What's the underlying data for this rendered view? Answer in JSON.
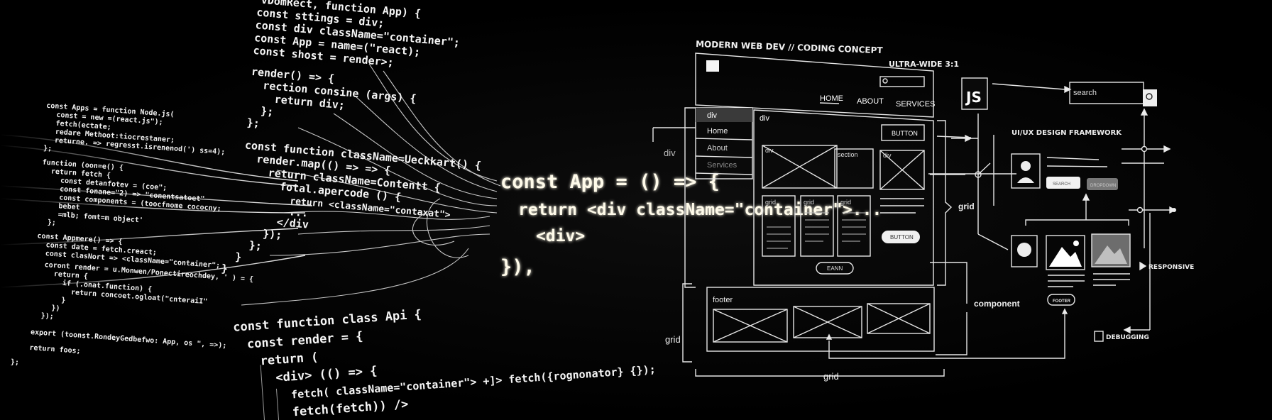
{
  "code_center": {
    "lines": [
      "const App = () => {",
      "return <div className=\"container\">...",
      "<div>",
      "}),"
    ]
  },
  "code_top": {
    "lines": [
      "vDomRect, function App) {",
      "const sttings = div;",
      "const div className=\"container\";",
      "const App = name=(\"react);",
      "const shost = render>;",
      "render() => {",
      "rection consine (args) {",
      "return div;",
      "};",
      "};",
      "const function className=Ueckkart() {",
      "render.map(() => => {",
      "return className=Contentt {",
      "fotal.apercode () {",
      "return <className=\"contaxat\">",
      "...",
      "</div",
      "});",
      "};",
      "}",
      "}"
    ]
  },
  "code_bottom": {
    "lines": [
      "const function class Api {",
      "const render = {",
      "return (",
      "<div> (() => {",
      "fetch( className=\"container\"> +]> fetch({rognonator} {});",
      "fetch(fetch)) />"
    ]
  },
  "code_left": {
    "lines": [
      "const Apps = function Node.js(",
      "const = new =(react.js\");",
      "fetch(ectate;",
      "redare Methoot:tiocrestaner;",
      "returne. => regresst.isrenenod(') ss=4);",
      "};",
      "function (oon=e() {",
      "return fetch {",
      "const detanfotev = (coe\";",
      "const fonane=\"2) => \"conentsatoet\"",
      "const components = (toocfnome cococny;",
      "bebet",
      "=mlb; fomt=m object'",
      "};",
      "const Appmere() => {",
      "const date = fetch.creact;",
      "const clasNort => <className=\"container\";",
      "coront render = u.Monwen/Ponectireochdey, ' ) = {",
      "return {",
      "if (.onat.function) {",
      "return concoet.ogloat(\"cnteraiI\"",
      "}",
      "})",
      "});",
      "export (toonst.RondeyGedbefwo: App, os \", =>);",
      "return foos;",
      "};"
    ]
  },
  "wireframe": {
    "title": "MODERN WEB DEV // CODING CONCEPT",
    "format": "ULTRA-WIDE 3:1",
    "nav": [
      "HOME",
      "ABOUT",
      "SERVICES"
    ],
    "sidebar": [
      "div",
      "Home",
      "About",
      "Services"
    ],
    "main_label": "div",
    "button1": "BUTTON",
    "button2": "BUTTON",
    "small_button": "EANN",
    "cells": {
      "div1": "div",
      "section": "section",
      "div2": "div",
      "grid1": "grid",
      "grid2": "grid",
      "grid3": "grid"
    },
    "footer": "footer",
    "labels": {
      "div_left": "div",
      "grid_left": "grid",
      "grid_bottom": "grid",
      "grid_right": "grid",
      "component": "component"
    }
  },
  "diagram": {
    "js": "JS",
    "search": "search",
    "framework": "UI/UX DESIGN FRAMEWORK",
    "pill1": "SEARCH",
    "pill2": "DROPDOWN",
    "footer_pill": "FOOTER",
    "responsive": "RESPONSIVE",
    "debugging": "DEBUGGING"
  }
}
